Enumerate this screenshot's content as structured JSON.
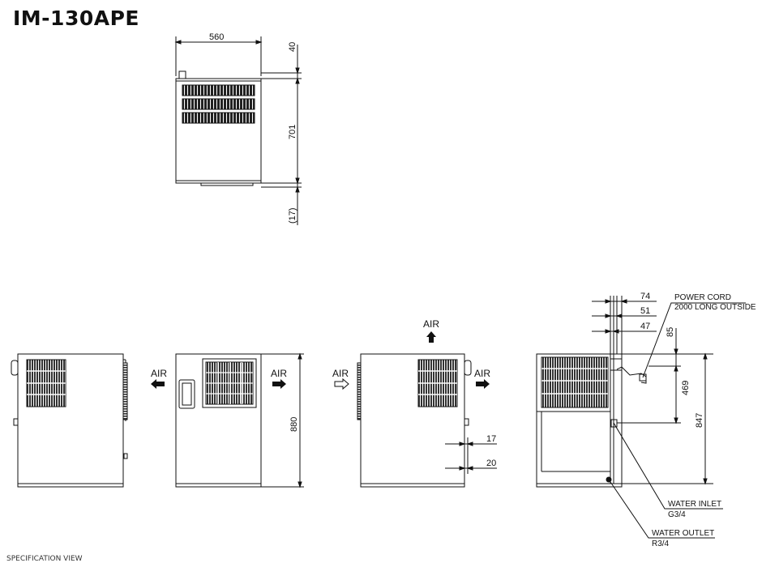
{
  "title": "IM-130APE",
  "dimensions": {
    "top_width": "560",
    "top_height_1": "40",
    "top_height_2": "701",
    "top_height_3": "(17)",
    "front_height": "880",
    "rear_a": "74",
    "rear_b": "51",
    "rear_c": "47",
    "rear_d": "85",
    "rear_e": "469",
    "rear_f": "847",
    "side_a": "17",
    "side_b": "20"
  },
  "air_labels": {
    "left": "AIR",
    "mid": "AIR",
    "side_left": "AIR",
    "side_top": "AIR",
    "side_right": "AIR"
  },
  "callouts": {
    "power_cord_1": "POWER CORD",
    "power_cord_2": "2000 LONG OUTSIDE",
    "water_inlet_1": "WATER INLET",
    "water_inlet_2": "G3/4",
    "water_outlet_1": "WATER OUTLET",
    "water_outlet_2": "R3/4"
  },
  "cut_text": "SPECIFICATION VIEW"
}
